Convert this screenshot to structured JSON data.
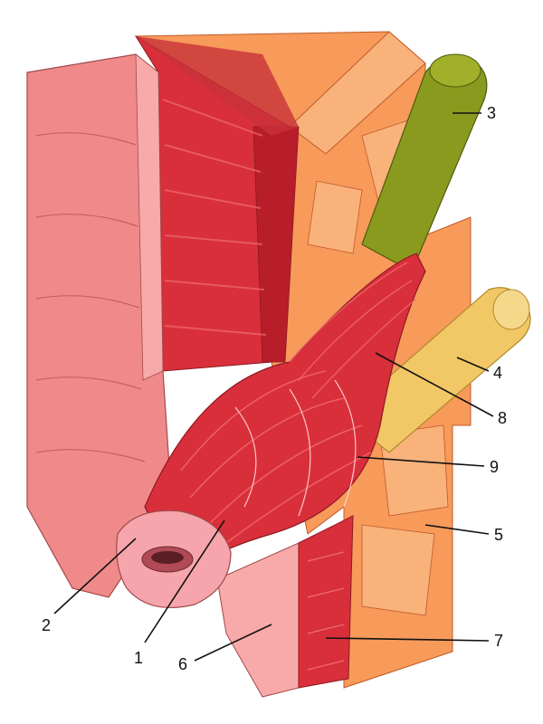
{
  "diagram": {
    "labels": [
      {
        "id": "1",
        "text": "1"
      },
      {
        "id": "2",
        "text": "2"
      },
      {
        "id": "3",
        "text": "3"
      },
      {
        "id": "4",
        "text": "4"
      },
      {
        "id": "5",
        "text": "5"
      },
      {
        "id": "6",
        "text": "6"
      },
      {
        "id": "7",
        "text": "7"
      },
      {
        "id": "8",
        "text": "8"
      },
      {
        "id": "9",
        "text": "9"
      }
    ],
    "colors": {
      "background": "#ffffff",
      "mucosa_pink": "#f08a8a",
      "mucosa_light": "#f8a9a9",
      "muscle_red": "#d92f3a",
      "muscle_dark": "#b81d2a",
      "fat_orange": "#f79a5a",
      "fat_light": "#f9b27a",
      "green_vessel": "#8a9a1e",
      "yellow_vessel": "#f2c766",
      "lumen_pink": "#f7a5ac"
    }
  }
}
